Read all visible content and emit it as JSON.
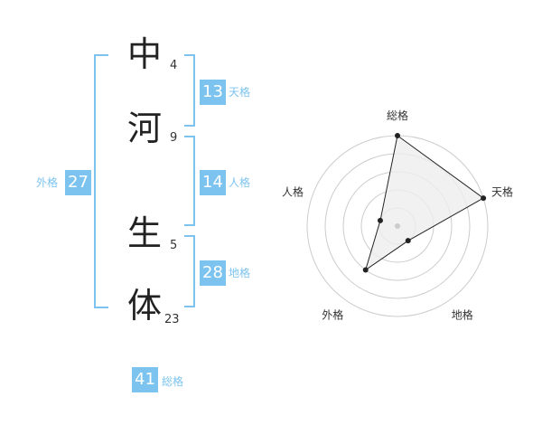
{
  "name": {
    "chars": [
      {
        "char": "中",
        "strokes": "4"
      },
      {
        "char": "河",
        "strokes": "9"
      },
      {
        "char": "生",
        "strokes": "5"
      },
      {
        "char": "体",
        "strokes": "23"
      }
    ]
  },
  "fortunes": {
    "tenkaku": {
      "value": "13",
      "label": "天格"
    },
    "jinkaku": {
      "value": "14",
      "label": "人格"
    },
    "chikaku": {
      "value": "28",
      "label": "地格"
    },
    "gaikaku": {
      "value": "27",
      "label": "外格"
    },
    "soukaku": {
      "value": "41",
      "label": "総格"
    }
  },
  "colors": {
    "accent": "#7cc4ef",
    "polygon_fill": "#eeeeee",
    "ring": "#cccccc"
  },
  "chart_data": {
    "type": "radar",
    "axes": [
      "総格",
      "天格",
      "地格",
      "外格",
      "人格"
    ],
    "max": 5,
    "values": [
      5,
      5,
      1,
      3,
      1
    ]
  }
}
